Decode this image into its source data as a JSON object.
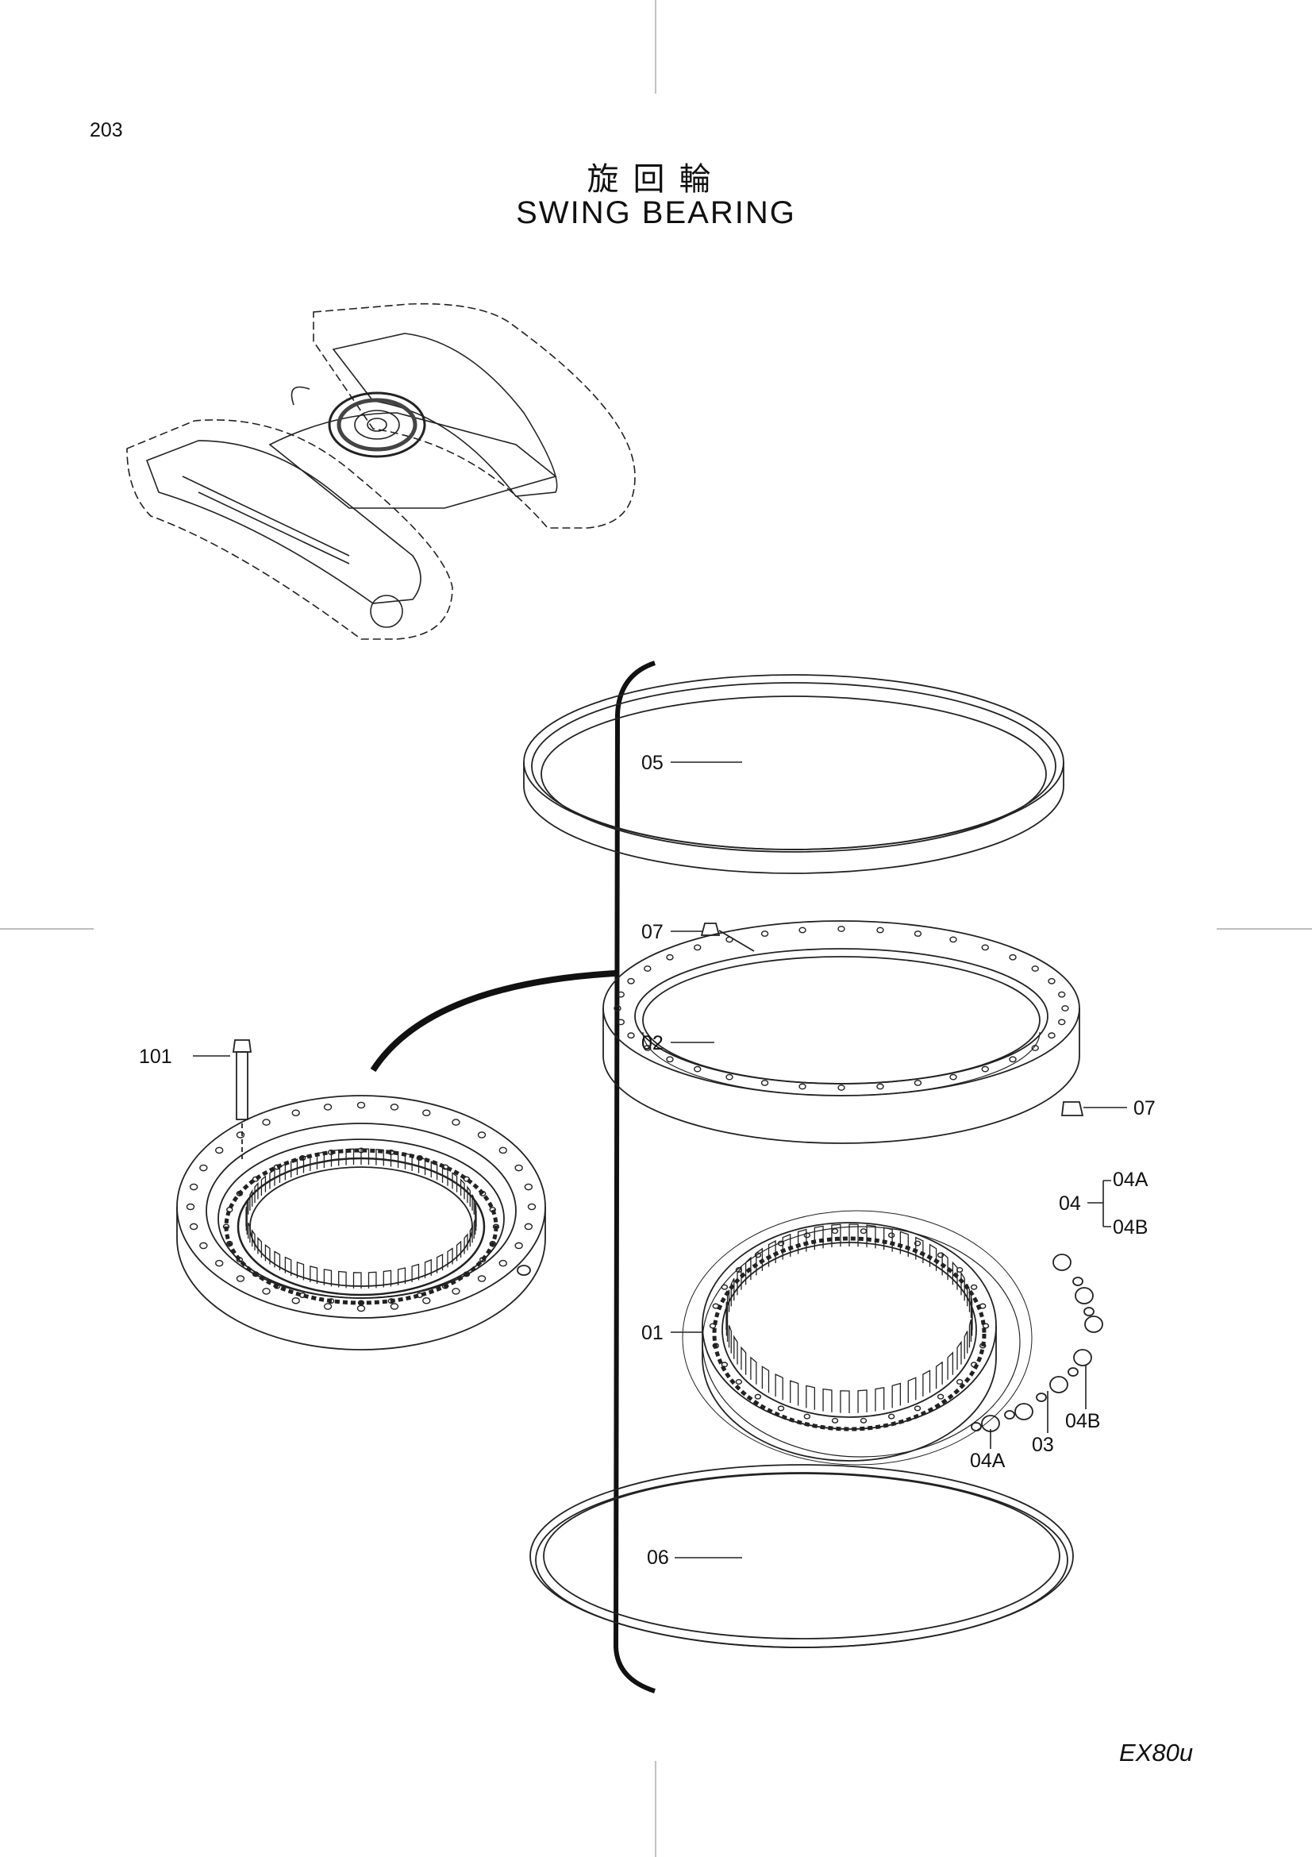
{
  "page": {
    "number": "203",
    "title_jp": "旋回輪",
    "title_en": "SWING BEARING",
    "model": "EX80u"
  },
  "callouts": {
    "c05": "05",
    "c07a": "07",
    "c02": "02",
    "c07b": "07",
    "c04": "04",
    "c04A_top": "04A",
    "c04B_top": "04B",
    "c01": "01",
    "c04B": "04B",
    "c03": "03",
    "c04A": "04A",
    "c06": "06",
    "c101": "101"
  }
}
